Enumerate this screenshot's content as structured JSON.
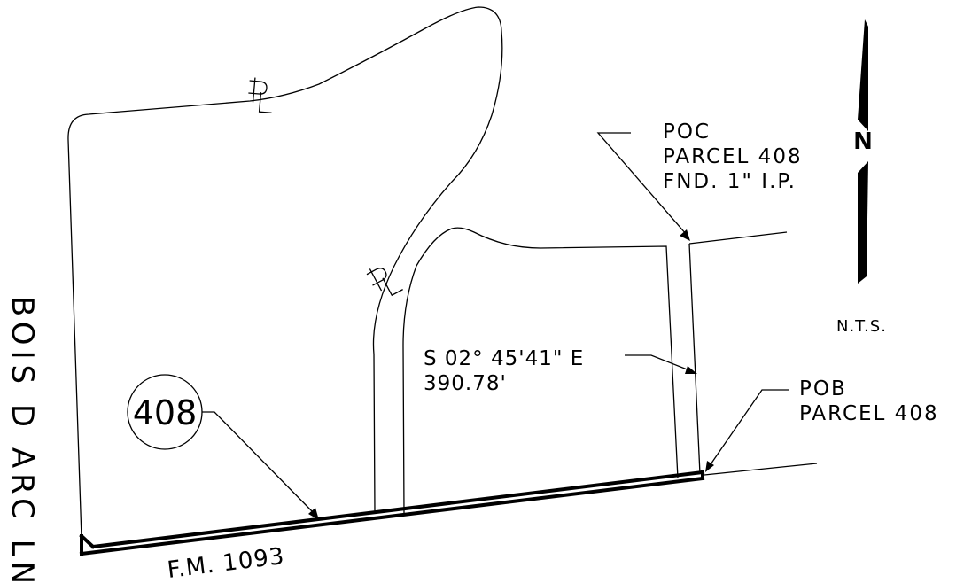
{
  "road_bottom": "F.M. 1093",
  "road_left": "BOIS D ARC LN.",
  "parcel_tag": "408",
  "pl_symbol": "PL",
  "poc": {
    "line1": "POC",
    "line2": "PARCEL 408",
    "line3": "FND. 1\" I.P."
  },
  "bearing": {
    "line1": "S 02° 45'41\" E",
    "line2": "390.78'"
  },
  "pob": {
    "line1": "POB",
    "line2": "PARCEL 408"
  },
  "scale_note": "N.T.S.",
  "north_letter": "N",
  "colors": {
    "ink": "#000000",
    "background": "#ffffff"
  }
}
